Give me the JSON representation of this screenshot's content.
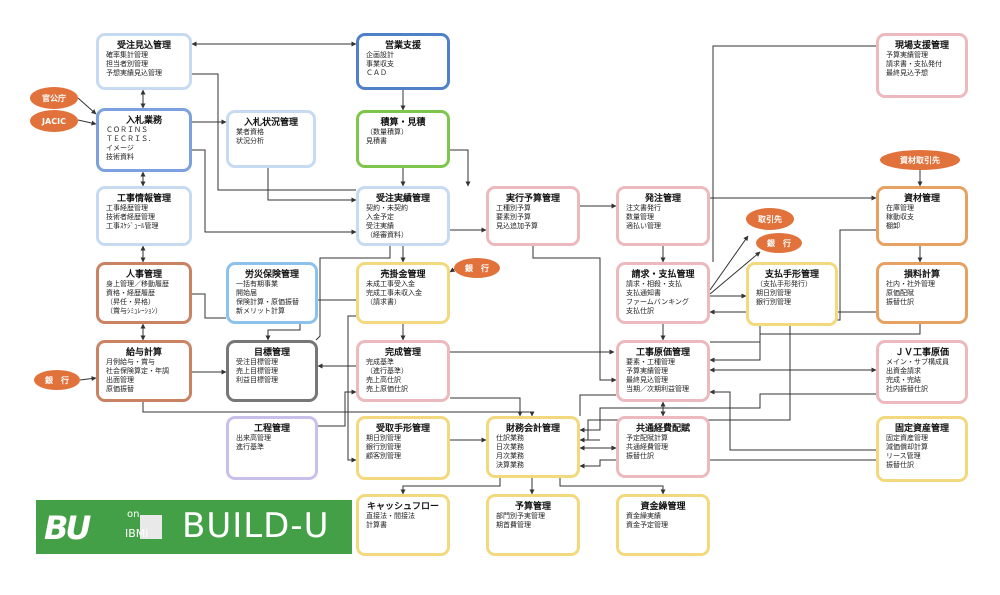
{
  "nodes": {
    "juchu_mikomi": {
      "title": "受注見込管理",
      "items": [
        "確率集計管理",
        "担当者別管理",
        "予想実績見込管理"
      ],
      "color": "#c6daf2"
    },
    "eigyo_shien": {
      "title": "営業支援",
      "items": [
        "企画設計",
        "事業収支",
        "ＣＡＤ"
      ],
      "color": "#4f81c9"
    },
    "genba_shien": {
      "title": "現場支援管理",
      "items": [
        "予算実績管理",
        "請求書・支払発付",
        "最終見込予想"
      ],
      "color": "#ecb9be"
    },
    "nyusatsu": {
      "title": "入札業務",
      "items": [
        "ＣＯＲＩＮＳ",
        "ＴＥＣＲＩＳ．",
        "イメージ",
        "技術資料"
      ],
      "color": "#7da1de"
    },
    "nyusatsu_jokyo": {
      "title": "入札状況管理",
      "items": [
        "業者資格",
        "状況分析"
      ],
      "color": "#c6daf2"
    },
    "sekisan": {
      "title": "積算・見積",
      "items": [
        "（数量積算）",
        "見積書"
      ],
      "color": "#7ec64b"
    },
    "koji_joho": {
      "title": "工事情報管理",
      "items": [
        "工事経歴管理",
        "技術者経歴管理",
        "工事ｽｹｼﾞｭｰﾙ管理"
      ],
      "color": "#c6daf2"
    },
    "juchu_jisseki": {
      "title": "受注実績管理",
      "items": [
        "契約・未契約",
        "入金予定",
        "受注実績",
        "（経審資料）"
      ],
      "color": "#c6daf2"
    },
    "jikko_yosan": {
      "title": "実行予算管理",
      "items": [
        "工種別予算",
        "要素別予算",
        "見込追加予算"
      ],
      "color": "#ecb9be"
    },
    "hachu": {
      "title": "発注管理",
      "items": [
        "注文書発行",
        "数量管理",
        "適払い管理"
      ],
      "color": "#ecb9be"
    },
    "shizai": {
      "title": "資材管理",
      "items": [
        "在庫管理",
        "稼動収支",
        "棚卸"
      ],
      "color": "#e6a262"
    },
    "jinji": {
      "title": "人事管理",
      "items": [
        "身上管理／移動履歴",
        "資格・経歴履歴",
        "（昇任・昇格）",
        "（賞与ｼﾐｭﾚｰｼｮﾝ）"
      ],
      "color": "#c98262"
    },
    "rosai": {
      "title": "労災保険管理",
      "items": [
        "一括有期事業",
        "開始届",
        "保険計算・原価振替",
        "新メリット計算"
      ],
      "color": "#8cc2ec"
    },
    "urikake": {
      "title": "売掛金管理",
      "items": [
        "未成工事受入金",
        "完成工事未収入金",
        "（請求書）"
      ],
      "color": "#f3d97d"
    },
    "seikyu": {
      "title": "請求・支払管理",
      "items": [
        "請求・相殺・支払",
        "支払通知書",
        "ファームバンキング",
        "支払仕訳"
      ],
      "color": "#ecb9be"
    },
    "shiharai_tegata": {
      "title": "支払手形管理",
      "items": [
        "（支払手形発行）",
        "期日別管理",
        "銀行別管理"
      ],
      "color": "#f3d97d"
    },
    "sonryo": {
      "title": "損料計算",
      "items": [
        "社内・社外管理",
        "原価配賦",
        "振替仕訳"
      ],
      "color": "#e6a262"
    },
    "kyuyo": {
      "title": "給与計算",
      "items": [
        "月例給与・賞与",
        "社会保険算定・年調",
        "出面管理",
        "原価振替"
      ],
      "color": "#c98262"
    },
    "mokuhyo": {
      "title": "目標管理",
      "items": [
        "受注目標管理",
        "売上目標管理",
        "利益目標管理"
      ],
      "color": "#777777"
    },
    "kansei": {
      "title": "完成管理",
      "items": [
        "完成基準",
        "（進行基準）",
        "売上高仕訳",
        "売上原価仕訳"
      ],
      "color": "#ecb9be"
    },
    "koji_genka": {
      "title": "工事原価管理",
      "items": [
        "要素・工種管理",
        "予算実績管理",
        "最終見込管理",
        "当期／次期利益管理"
      ],
      "color": "#ecb9be"
    },
    "jv": {
      "title": "ＪＶ工事原価",
      "items": [
        "メイン・サブ構成員",
        "出資金請求",
        "完成・完結",
        "社内振替仕訳"
      ],
      "color": "#ecb9be"
    },
    "kotei": {
      "title": "工程管理",
      "items": [
        "出来高管理",
        "進行基準"
      ],
      "color": "#c9c0ea"
    },
    "uketori_tegata": {
      "title": "受取手形管理",
      "items": [
        "期日別管理",
        "銀行別管理",
        "顧客別管理"
      ],
      "color": "#f3d97d"
    },
    "zaimu": {
      "title": "財務会計管理",
      "items": [
        "仕訳業務",
        "日次業務",
        "月次業務",
        "決算業務"
      ],
      "color": "#f3d97d"
    },
    "kyotsu": {
      "title": "共通経費配賦",
      "items": [
        "予定配賦計算",
        "共通経費管理",
        "振替仕訳"
      ],
      "color": "#ecb9be"
    },
    "kotei_shisan": {
      "title": "固定資産管理",
      "items": [
        "固定資産管理",
        "減価償却計算",
        "リース管理",
        "振替仕訳"
      ],
      "color": "#f3d97d"
    },
    "cashflow": {
      "title": "キャッシュフロー",
      "items": [
        "直接法・間接法",
        "計算書"
      ],
      "color": "#f3d97d"
    },
    "yosan": {
      "title": "予算管理",
      "items": [
        "部門別予実管理",
        "期首費管理"
      ],
      "color": "#f3d97d"
    },
    "shikinkuri": {
      "title": "資金繰管理",
      "items": [
        "資金繰実績",
        "資金予定管理"
      ],
      "color": "#f3d97d"
    }
  },
  "externals": {
    "kankocho": "官公庁",
    "jacic": "JACIC",
    "shizai_torihikisaki": "資材取引先",
    "torihikisaki": "取引先",
    "ginko_seikyu": "銀　行",
    "ginko_urikake": "銀　行",
    "ginko_kyuyo": "銀　行"
  },
  "logo": {
    "mark": "BU",
    "on": "on",
    "ibmi": "IBMi",
    "brand": "BUILD-U",
    "bg": "#44a047"
  },
  "colors": {
    "line": "#333333",
    "ext_fill": "#e1723b",
    "ext_text": "#ffffff"
  }
}
